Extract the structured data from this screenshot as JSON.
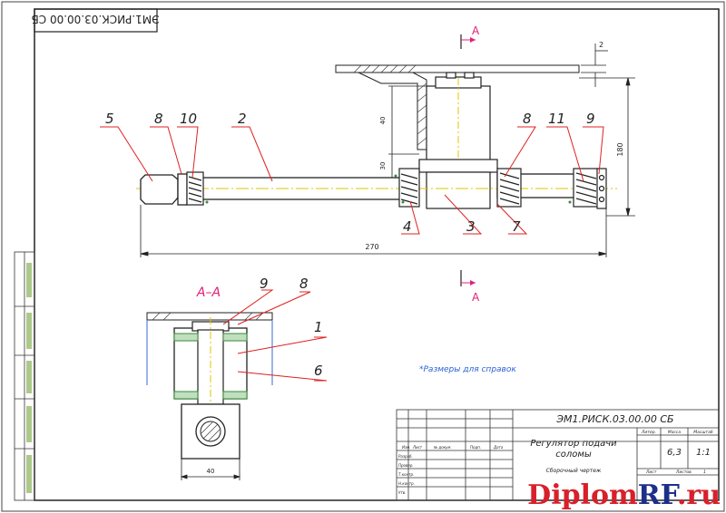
{
  "stamp_code_rotated": "ЭМ1.РИСК.03.00.00 СБ",
  "section_marks": [
    "А",
    "А"
  ],
  "section_title": "А–А",
  "callouts_main": [
    "5",
    "8",
    "10",
    "2",
    "8",
    "11",
    "9",
    "4",
    "3",
    "7"
  ],
  "callouts_section": [
    "9",
    "8",
    "1",
    "6"
  ],
  "dimensions": {
    "overall_length": "270",
    "height": "180",
    "gap": "2",
    "vertical_1": "40",
    "vertical_2": "30",
    "section_width": "40"
  },
  "note": "*Размеры для справок",
  "title_block": {
    "code": "ЭМ1.РИСК.03.00.00 СБ",
    "name_line1": "Регулятор подачи",
    "name_line2": "соломы",
    "doc_type": "Сборочный чертеж",
    "head_lit": "Литер.",
    "head_mass": "Масса",
    "head_scale": "Масштаб",
    "mass": "6,3",
    "scale": "1:1",
    "sheet_label": "Лист",
    "sheets_label": "Листов",
    "sheets_value": "1",
    "col_change": "Изм.",
    "col_sheet": "Лист",
    "col_doc": "№ докум.",
    "col_sign": "Подп.",
    "col_date": "Дата",
    "roles": [
      "Разраб.",
      "Провер.",
      "Т.контр.",
      "Н.контр.",
      "Утв."
    ]
  },
  "watermark": {
    "part1": "Diplom",
    "part2": "RF",
    "part3": ".ru"
  }
}
